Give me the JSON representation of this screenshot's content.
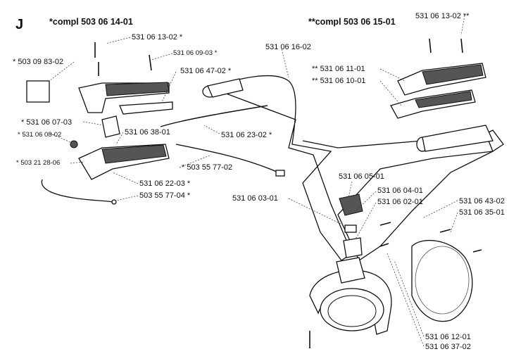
{
  "section": "J",
  "headers": {
    "left": "*compl 503 06 14-01",
    "right": "**compl 503 06 15-01"
  },
  "labels": {
    "l1": "531 06 13-02 *",
    "l2": "531 06 09-03 *",
    "l3": "* 503 09 83-02",
    "l4": "531 06 16-02",
    "l5": "531 06 47-02 *",
    "l6": "* 531 06 07-03",
    "l7": "* 531 06 08-02",
    "l8": "531 06 38-01",
    "l9": "531 06 23-02 *",
    "l10": "* 503 21 28-06",
    "l11": "* 503 55 77-02",
    "l12": "531 06 22-03 *",
    "l13": "503 55 77-04 *",
    "l14": "531 06 13-02 **",
    "l15": "** 531 06 11-01",
    "l16": "** 531 06 10-01",
    "l17": "531 06 05-01",
    "l18": "531 06 04-01",
    "l19": "531 06 02-01",
    "l20": "531 06 03-01",
    "l21": "531 06 43-02",
    "l22": "531 06 35-01",
    "l23": "531 06 12-01",
    "l24": "531 06 37-02"
  }
}
